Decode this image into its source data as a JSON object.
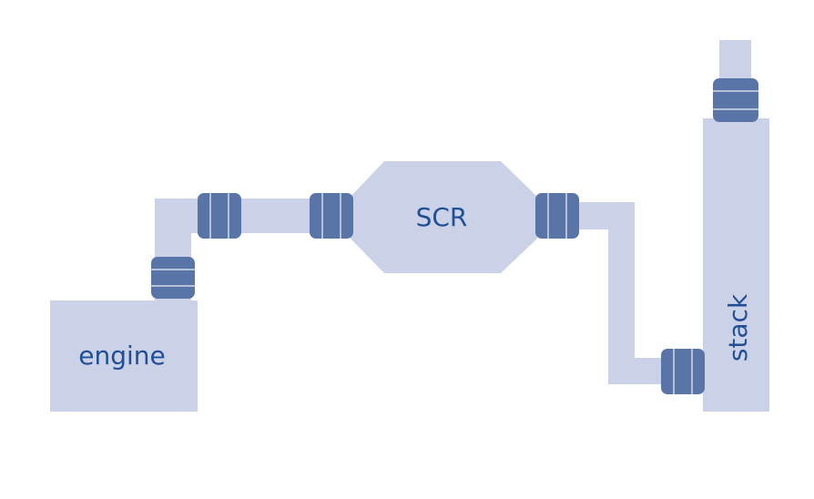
{
  "labels": {
    "engine": "engine",
    "scr": "SCR",
    "stack": "stack"
  },
  "colors": {
    "pipe": "#cbd1e6",
    "coupling": "#5975a8",
    "text": "#1f4f96",
    "background": "#ffffff"
  }
}
